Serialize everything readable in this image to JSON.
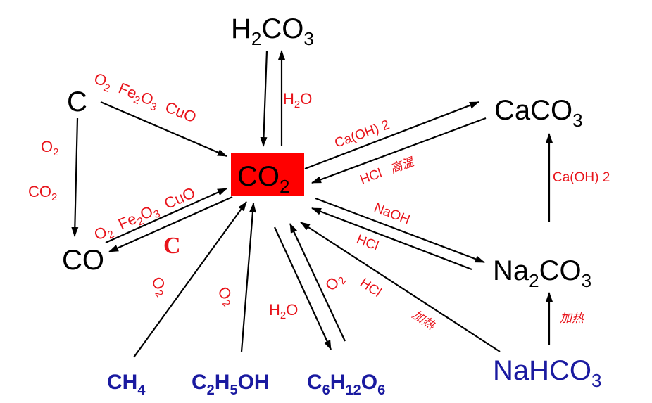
{
  "nodes": {
    "h2co3": {
      "base": "H",
      "sub1": "2",
      "mid": "CO",
      "sub2": "3"
    },
    "c": "C",
    "co": "CO",
    "co2": {
      "base": "CO",
      "sub": "2"
    },
    "caco3": {
      "base": "CaCO",
      "sub": "3"
    },
    "na2co3": {
      "a": "Na",
      "s1": "2",
      "b": "CO",
      "s2": "3"
    },
    "nahco3": {
      "base": "NaHCO",
      "sub": "3"
    },
    "ch4": {
      "base": "CH",
      "sub": "4"
    },
    "c2h5oh": {
      "a": "C",
      "s1": "2",
      "b": "H",
      "s2": "5",
      "c": "OH"
    },
    "c6h12o6": {
      "a": "C",
      "s1": "6",
      "b": "H",
      "s2": "12",
      "c": "O",
      "s3": "6"
    }
  },
  "labels": {
    "c_to_co2": {
      "o2": "O",
      "o2s": "2",
      "fe": "Fe",
      "fes1": "2",
      "feo": "O",
      "fes2": "3",
      "cuo": "CuO"
    },
    "c_to_co": {
      "o2": "O",
      "o2s": "2",
      "co2": "CO",
      "co2s": "2"
    },
    "co_to_co2": {
      "o2": "O",
      "o2s": "2",
      "fe": "Fe",
      "fes1": "2",
      "feo": "O",
      "fes2": "3",
      "cuo": "CuO"
    },
    "co2_to_co": "C",
    "h2co3": {
      "h": "H",
      "hs": "2",
      "o": "O"
    },
    "caco3_forward": "Ca(OH) 2",
    "caco3_back": {
      "hcl": "HCl",
      "cn": "高温"
    },
    "na2co3_forward": "NaOH",
    "na2co3_back": "HCl",
    "nahco3_hcl": "HCl",
    "nahco3_heat": "加热",
    "na2co3_to_caco3": "Ca(OH) 2",
    "nahco3_to_na2co3": "加热",
    "ch4_o2": {
      "o": "O",
      "s": "2"
    },
    "c2h5oh_o2": {
      "o": "O",
      "s": "2"
    },
    "photo_h2o": {
      "h": "H",
      "s": "2",
      "o": "O"
    },
    "photo_o2": {
      "o": "O",
      "s": "2"
    }
  },
  "colors": {
    "co2_box": "#ff0000",
    "label": "#e8141b",
    "blue_node": "#1a1aa0",
    "arrow": "#000000"
  }
}
